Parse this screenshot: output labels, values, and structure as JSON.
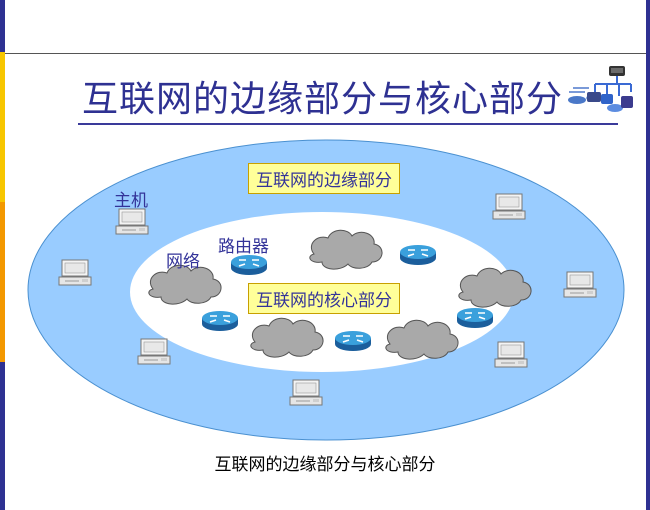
{
  "slide": {
    "title": "互联网的边缘部分与核心部分",
    "caption": "互联网的边缘部分与核心部分"
  },
  "diagram": {
    "edge_label": "互联网的边缘部分",
    "core_label": "互联网的核心部分",
    "host_label": "主机",
    "network_label": "网络",
    "router_label": "路由器"
  },
  "colors": {
    "title": "#2e3192",
    "edge_ring": "#99ccff",
    "label_box": "#ffff99",
    "label_text": "#333399",
    "router": "#2a8ac4",
    "cloud": "#a6a6a6"
  },
  "icons": [
    "network-devices-icon",
    "host-computer-icon",
    "router-icon",
    "network-cloud-icon"
  ]
}
